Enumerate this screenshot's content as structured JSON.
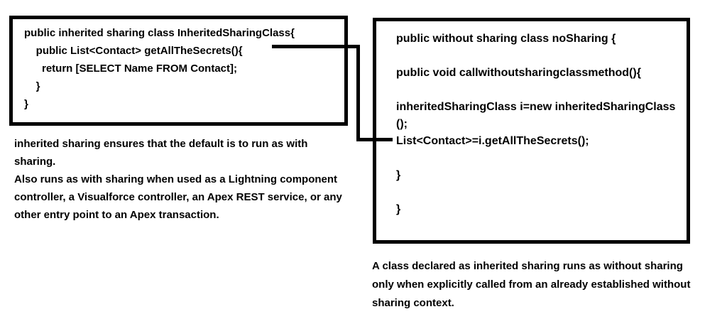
{
  "colors": {
    "ink": "#000000",
    "background": "#ffffff",
    "box_border": "#000000"
  },
  "left_code_box": {
    "lines": [
      "public inherited sharing class InheritedSharingClass{",
      "    public List<Contact> getAllTheSecrets(){",
      "      return [SELECT Name FROM Contact];",
      "    }",
      "}"
    ]
  },
  "right_code_box": {
    "lines": [
      "public without sharing class noSharing {",
      "",
      "public void callwithoutsharingclassmethod(){",
      "",
      "inheritedSharingClass i=new inheritedSharingClass",
      "();",
      "List<Contact>=i.getAllTheSecrets();",
      "",
      "}",
      "",
      "}"
    ]
  },
  "left_note": {
    "line1": "inherited sharing ensures that the default is to run as with sharing.",
    "line2": "Also runs as with sharing when used as a Lightning component controller, a Visualforce controller, an Apex REST service, or any other entry point to an Apex transaction."
  },
  "right_note": {
    "text": "A class declared as inherited sharing runs as without sharing only when explicitly called from an already established without sharing context."
  }
}
